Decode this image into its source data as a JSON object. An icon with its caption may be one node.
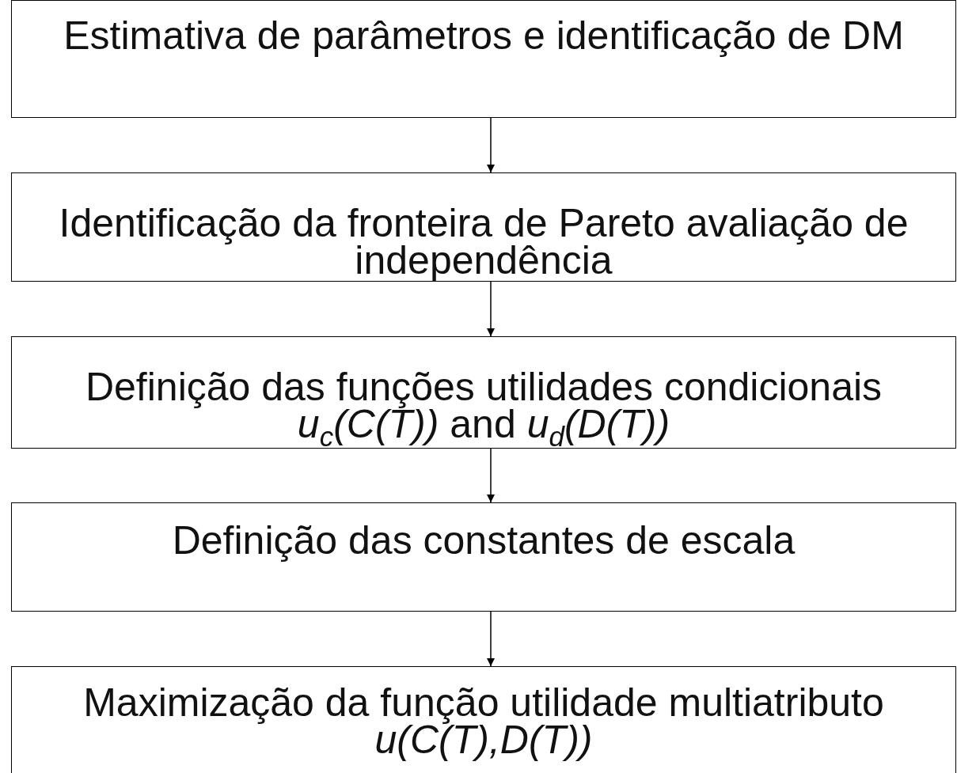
{
  "diagram": {
    "nodes": [
      {
        "text": [
          "Estimativa de parâmetros e identificação de DM"
        ]
      },
      {
        "text": [
          "Identificação da fronteira de Pareto avaliação de independência"
        ]
      },
      {
        "text": [
          "Definição das funções utilidades condicionais *u*$_{c}$*(C(T))* and *u*$_{d}$*(D(T))*"
        ]
      },
      {
        "text": [
          "Definição das constantes de escala"
        ]
      },
      {
        "text": [
          "Maximização da função utilidade multiatributo *u(C(T),D(T))*"
        ]
      }
    ],
    "edges": [
      {
        "from": 0,
        "to": 1,
        "arrow": "to"
      },
      {
        "from": 1,
        "to": 2,
        "arrow": "to"
      },
      {
        "from": 2,
        "to": 3,
        "arrow": "to"
      },
      {
        "from": 3,
        "to": 4,
        "arrow": "to"
      }
    ]
  }
}
